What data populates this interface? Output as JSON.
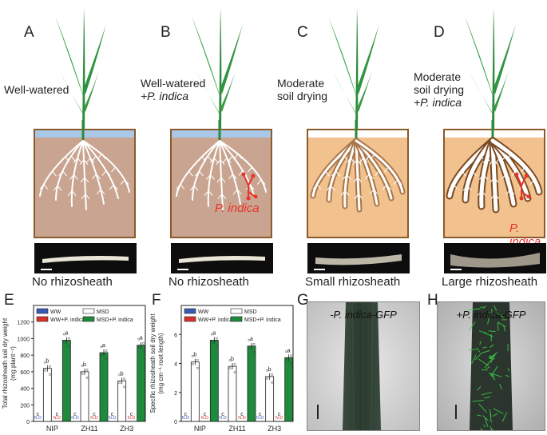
{
  "panels_top": [
    {
      "letter": "A",
      "line1": "Well-watered",
      "line2": "",
      "line3": "",
      "soil": "moist",
      "fungus": false,
      "fungus_label": "",
      "caption": "No rhizosheath",
      "sheath": "none"
    },
    {
      "letter": "B",
      "line1": "Well-watered",
      "line2": "+P. indica",
      "line3": "",
      "soil": "moist",
      "fungus": true,
      "fungus_label": "P. indica",
      "caption": "No rhizosheath",
      "sheath": "none"
    },
    {
      "letter": "C",
      "line1": "Moderate",
      "line2": "soil drying",
      "line3": "",
      "soil": "dry",
      "fungus": false,
      "fungus_label": "",
      "caption": "Small rhizosheath",
      "sheath": "small"
    },
    {
      "letter": "D",
      "line1": "Moderate",
      "line2": "soil drying",
      "line3": "+P. indica",
      "soil": "dry",
      "fungus": true,
      "fungus_label": "P. indica",
      "caption": "Large rhizosheath",
      "sheath": "large"
    }
  ],
  "legend": [
    {
      "label": "WW",
      "color": "#3a5bb5"
    },
    {
      "label": "MSD",
      "color": "#ffffff"
    },
    {
      "label": "WW+P. indica",
      "color": "#d9302c"
    },
    {
      "label": "MSD+P. indica",
      "color": "#1e8a3c"
    }
  ],
  "chart_data": [
    {
      "letter": "E",
      "type": "bar",
      "ylabel_line1": "Total rhizosheath soil dry weight",
      "ylabel_line2": "(mg plant⁻¹)",
      "ylim": [
        0,
        1400
      ],
      "yticks": [
        0,
        200,
        400,
        600,
        800,
        1000,
        1200
      ],
      "categories": [
        "NIP",
        "ZH11",
        "ZH3"
      ],
      "series": [
        {
          "name": "WW",
          "values": [
            0,
            0,
            0
          ],
          "letters": [
            "c",
            "c",
            "c"
          ],
          "nd": "N.D"
        },
        {
          "name": "WW+P. indica",
          "values": [
            0,
            0,
            0
          ],
          "letters": [
            "c",
            "c",
            "c"
          ],
          "nd": "N.D"
        },
        {
          "name": "MSD",
          "values": [
            640,
            600,
            490
          ],
          "letters": [
            "b",
            "b",
            "b"
          ],
          "nd": ""
        },
        {
          "name": "MSD+P. indica",
          "values": [
            980,
            830,
            920
          ],
          "letters": [
            "a",
            "a",
            "a"
          ],
          "nd": ""
        }
      ]
    },
    {
      "letter": "F",
      "type": "bar",
      "ylabel_line1": "Specific rhizosheath soil dry weight",
      "ylabel_line2": "(mg cm⁻¹ root length)",
      "ylim": [
        0,
        8
      ],
      "yticks": [
        0,
        2,
        4,
        6
      ],
      "categories": [
        "NIP",
        "ZH11",
        "ZH3"
      ],
      "series": [
        {
          "name": "WW",
          "values": [
            0,
            0,
            0
          ],
          "letters": [
            "c",
            "c",
            "c"
          ],
          "nd": "N.D"
        },
        {
          "name": "WW+P. indica",
          "values": [
            0,
            0,
            0
          ],
          "letters": [
            "c",
            "c",
            "c"
          ],
          "nd": "N.D"
        },
        {
          "name": "MSD",
          "values": [
            4.1,
            3.8,
            3.1
          ],
          "letters": [
            "b",
            "b",
            "b"
          ],
          "nd": ""
        },
        {
          "name": "MSD+P. indica",
          "values": [
            5.6,
            5.2,
            4.4
          ],
          "letters": [
            "a",
            "a",
            "a"
          ],
          "nd": ""
        }
      ]
    }
  ],
  "micro": [
    {
      "letter": "G",
      "label": "-P. indica-GFP",
      "gfp": false
    },
    {
      "letter": "H",
      "label": "+P. indica-GFP",
      "gfp": true
    }
  ]
}
